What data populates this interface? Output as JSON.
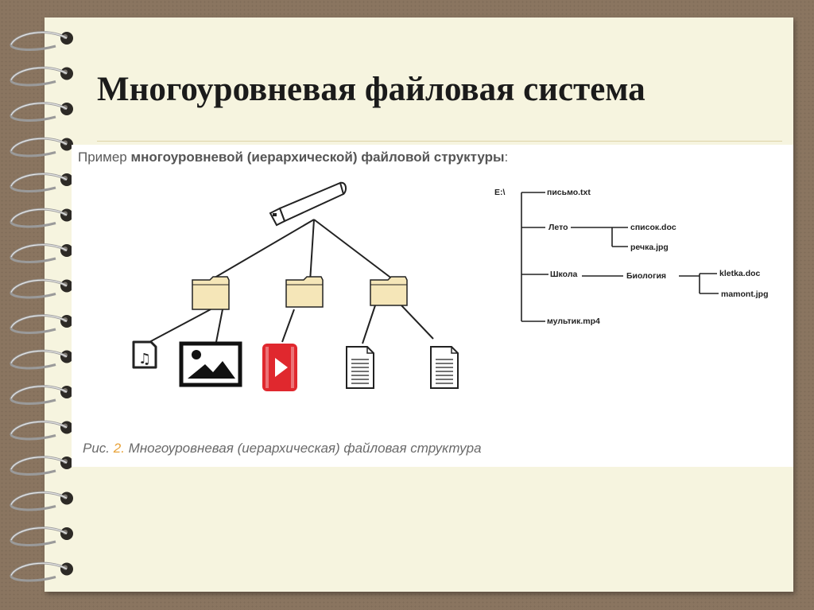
{
  "slide": {
    "title": "Многоуровневая файловая система"
  },
  "figure": {
    "heading_prefix": "Пример ",
    "heading_bold": "многоуровневой (иерархической) файловой структуры",
    "heading_suffix": ":",
    "caption_prefix": "Рис. ",
    "caption_number": "2.",
    "caption_text": " Многоуровневая (иерархическая) файловая структура"
  },
  "tree": {
    "root": "E:\\",
    "file_letter": "письмо.txt",
    "folder_summer": "Лето",
    "file_list": "список.doc",
    "file_river": "речка.jpg",
    "folder_school": "Школа",
    "folder_biology": "Биология",
    "file_kletka": "kletka.doc",
    "file_mamont": "mamont.jpg",
    "file_cartoon": "мультик.mp4"
  },
  "colors": {
    "folder_fill": "#f5e6b8",
    "video_red": "#e0282e",
    "caption_number": "#e8a33a"
  }
}
